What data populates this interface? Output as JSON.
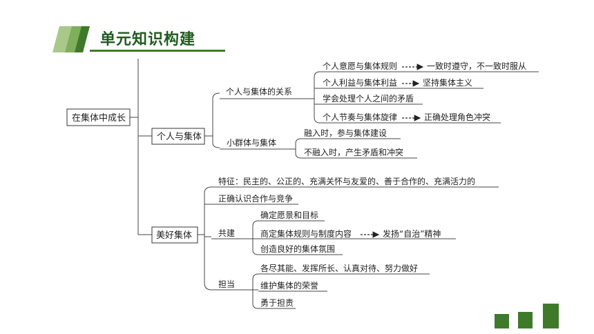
{
  "header": {
    "title": "单元知识构建"
  },
  "mindmap": {
    "root": "在集体中成长",
    "branches": [
      {
        "label": "个人与集体",
        "children": [
          {
            "label": "个人与集体的关系",
            "items": [
              {
                "text": "个人意愿与集体规则",
                "result": "一致时遵守，不一致时服从"
              },
              {
                "text": "个人利益与集体利益",
                "result": "坚持集体主义"
              },
              {
                "text": "学会处理个人之间的矛盾"
              },
              {
                "text": "个人节奏与集体旋律",
                "result": "正确处理角色冲突"
              }
            ]
          },
          {
            "label": "小群体与集体",
            "items": [
              {
                "text": "融入时，参与集体建设"
              },
              {
                "text": "不融入时，产生矛盾和冲突"
              }
            ]
          }
        ]
      },
      {
        "label": "美好集体",
        "children": [
          {
            "label": "特征：民主的、公正的、充满关怀与友爱的、善于合作的、充满活力的"
          },
          {
            "label": "正确认识合作与竞争"
          },
          {
            "label": "共建",
            "items": [
              {
                "text": "确定愿景和目标"
              },
              {
                "text": "商定集体规则与制度内容",
                "result": "发扬“自治”精神"
              },
              {
                "text": "创造良好的集体氛围"
              }
            ]
          },
          {
            "label": "担当",
            "items": [
              {
                "text": "各尽其能、发挥所长、认真对待、努力做好"
              },
              {
                "text": "维护集体的荣誉"
              },
              {
                "text": "勇于担责"
              }
            ]
          }
        ]
      }
    ]
  },
  "colors": {
    "accent_dark": "#1f5a1f",
    "accent_mid": "#3f7a2a",
    "accent_light": "#9ec27e",
    "line": "#444444"
  }
}
